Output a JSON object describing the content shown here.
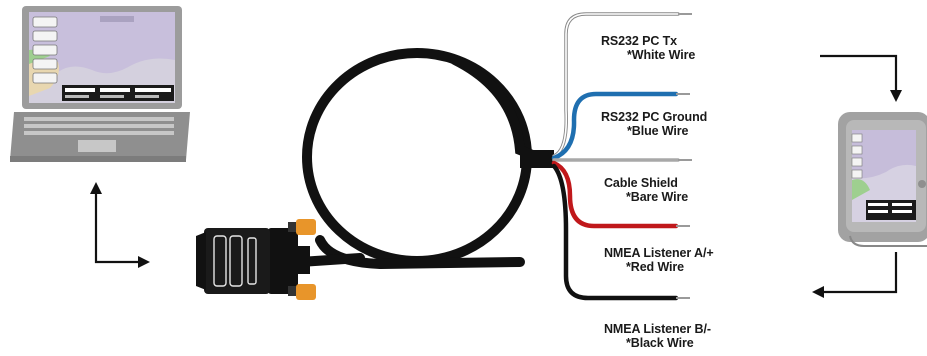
{
  "wires": [
    {
      "id": "white",
      "label": "RS232 PC Tx",
      "color_note": "*White Wire",
      "color": "#ffffff",
      "stroke": "#9a9a9a"
    },
    {
      "id": "blue",
      "label": "RS232 PC Ground",
      "color_note": "*Blue Wire",
      "color": "#1f6fb0",
      "stroke": "#1f6fb0"
    },
    {
      "id": "bare",
      "label": "Cable Shield",
      "color_note": "*Bare Wire",
      "color": "#a8a8a8",
      "stroke": "#a8a8a8"
    },
    {
      "id": "red",
      "label": "NMEA Listener A/+",
      "color_note": "*Red Wire",
      "color": "#c0181b",
      "stroke": "#c0181b"
    },
    {
      "id": "black",
      "label": "NMEA Listener B/-",
      "color_note": "*Black Wire",
      "color": "#111111",
      "stroke": "#111111"
    }
  ],
  "colors": {
    "cable": "#111111",
    "connector_accent": "#e8952a",
    "device_body": "#9e9e9e",
    "screen_map": "#c9c1d8",
    "arrow": "#111111"
  },
  "icons": {
    "laptop": "laptop-icon",
    "chartplotter": "chartplotter-icon",
    "db9": "db9-connector-icon"
  }
}
